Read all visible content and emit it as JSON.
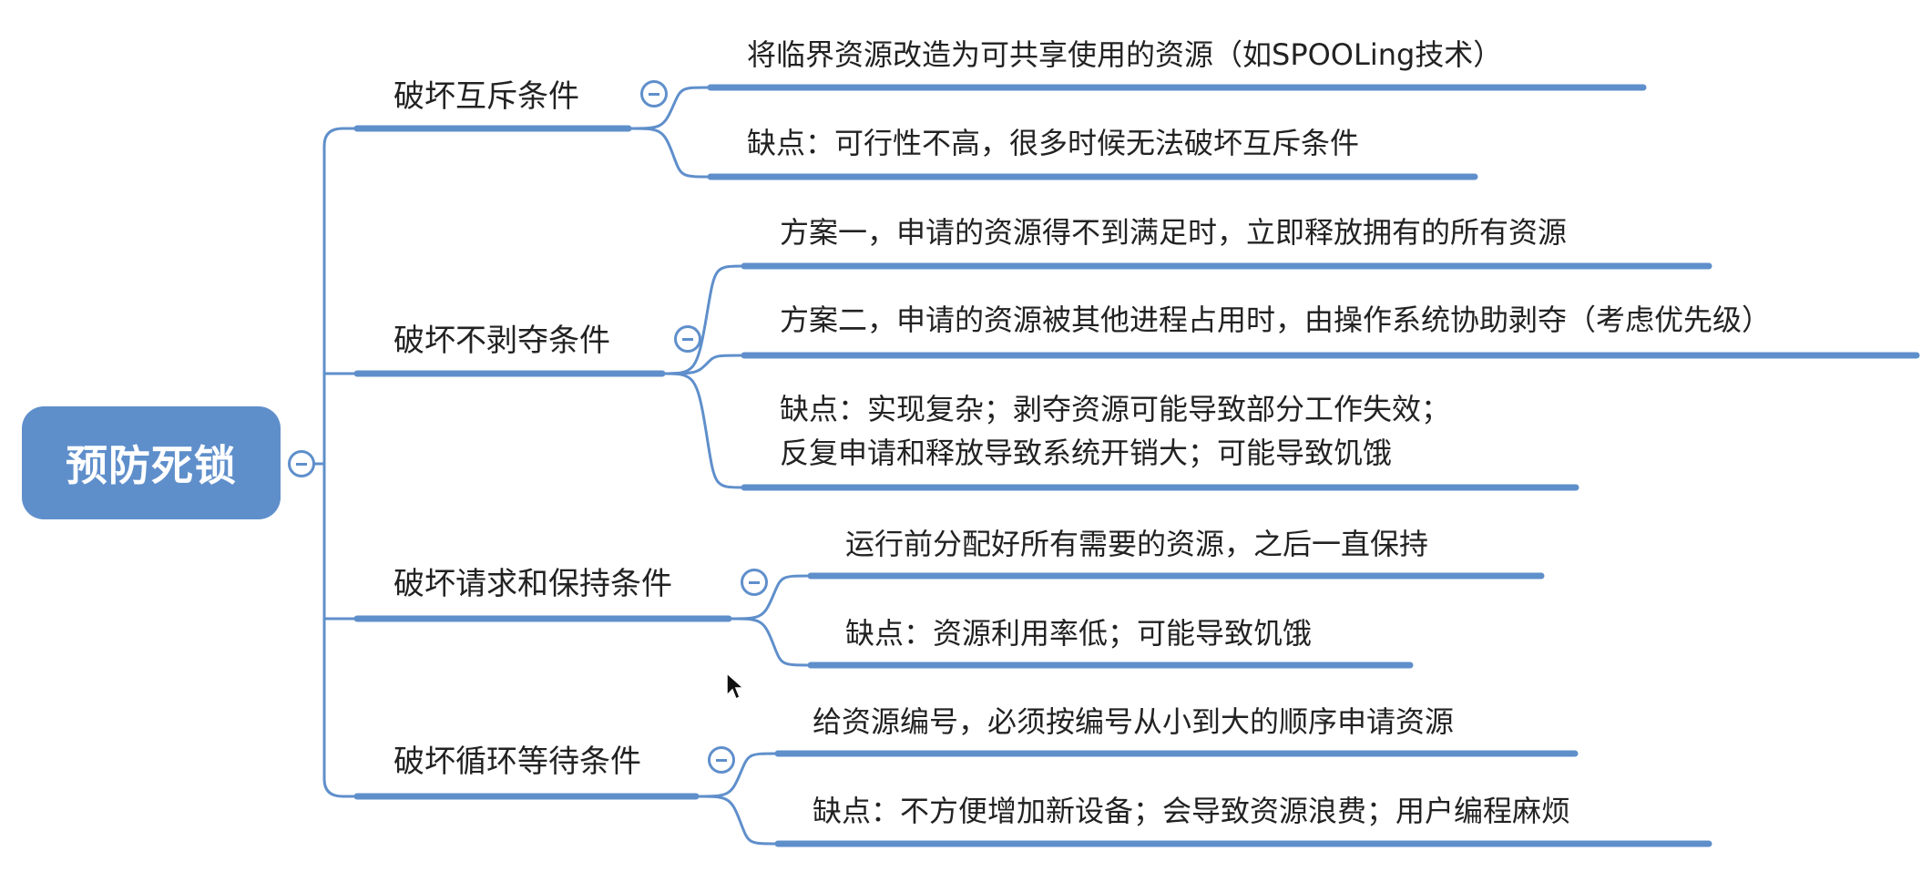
{
  "colors": {
    "accent": "#5f8fcb",
    "text": "#222222",
    "background": "#ffffff"
  },
  "root": {
    "label": "预防死锁"
  },
  "branches": [
    {
      "label": "破坏互斥条件",
      "children": [
        {
          "lines": [
            "将临界资源改造为可共享使用的资源（如SPOOLing技术）"
          ]
        },
        {
          "lines": [
            "缺点：可行性不高，很多时候无法破坏互斥条件"
          ]
        }
      ]
    },
    {
      "label": "破坏不剥夺条件",
      "children": [
        {
          "lines": [
            "方案一，申请的资源得不到满足时，立即释放拥有的所有资源"
          ]
        },
        {
          "lines": [
            "方案二，申请的资源被其他进程占用时，由操作系统协助剥夺（考虑优先级）"
          ]
        },
        {
          "lines": [
            "缺点：实现复杂；剥夺资源可能导致部分工作失效；",
            "反复申请和释放导致系统开销大；可能导致饥饿"
          ]
        }
      ]
    },
    {
      "label": "破坏请求和保持条件",
      "children": [
        {
          "lines": [
            "运行前分配好所有需要的资源，之后一直保持"
          ]
        },
        {
          "lines": [
            "缺点：资源利用率低；可能导致饥饿"
          ]
        }
      ]
    },
    {
      "label": "破坏循环等待条件",
      "children": [
        {
          "lines": [
            "给资源编号，必须按编号从小到大的顺序申请资源"
          ]
        },
        {
          "lines": [
            "缺点：不方便增加新设备；会导致资源浪费；用户编程麻烦"
          ]
        }
      ]
    }
  ]
}
